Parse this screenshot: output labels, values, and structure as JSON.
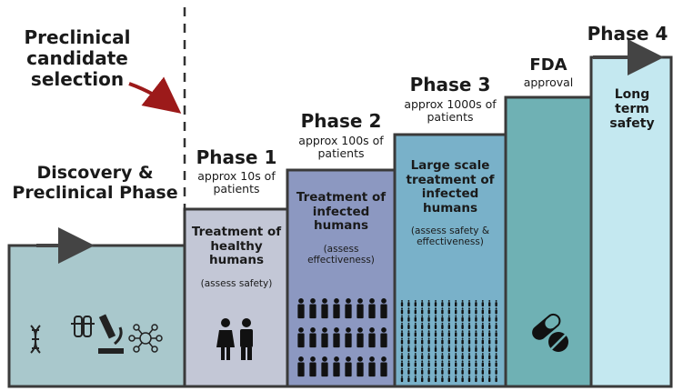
{
  "preclinical_label": "Preclinical candidate selection",
  "discovery": {
    "title": "Discovery & Preclinical Phase",
    "icons": [
      "dna-icon",
      "test-tubes-icon",
      "microscope-icon",
      "molecule-icon"
    ]
  },
  "phase1": {
    "title": "Phase 1",
    "patients": "approx 10s of patients",
    "treatment": "Treatment of healthy humans",
    "note": "(assess safety)",
    "icon": "two-people-icon"
  },
  "phase2": {
    "title": "Phase 2",
    "patients": "approx 100s of patients",
    "treatment": "Treatment of infected humans",
    "note": "(assess effectiveness)",
    "icon": "crowd-icon"
  },
  "phase3": {
    "title": "Phase 3",
    "patients": "approx 1000s of patients",
    "treatment": "Large scale treatment of infected humans",
    "note": "(assess safety & effectiveness)",
    "icon": "large-crowd-icon"
  },
  "fda": {
    "title": "FDA",
    "subtitle": "approval",
    "icon": "pills-icon"
  },
  "phase4": {
    "title": "Phase 4",
    "text": "Long term safety"
  },
  "colors": {
    "discovery": "#a9c8cc",
    "phase1": "#c3c7d6",
    "phase2": "#8c98c1",
    "phase3": "#79b1c9",
    "fda": "#6fb1b4",
    "phase4": "#c4e8f0",
    "outline": "#3a3a3a",
    "red_arrow": "#9c1a1a"
  }
}
